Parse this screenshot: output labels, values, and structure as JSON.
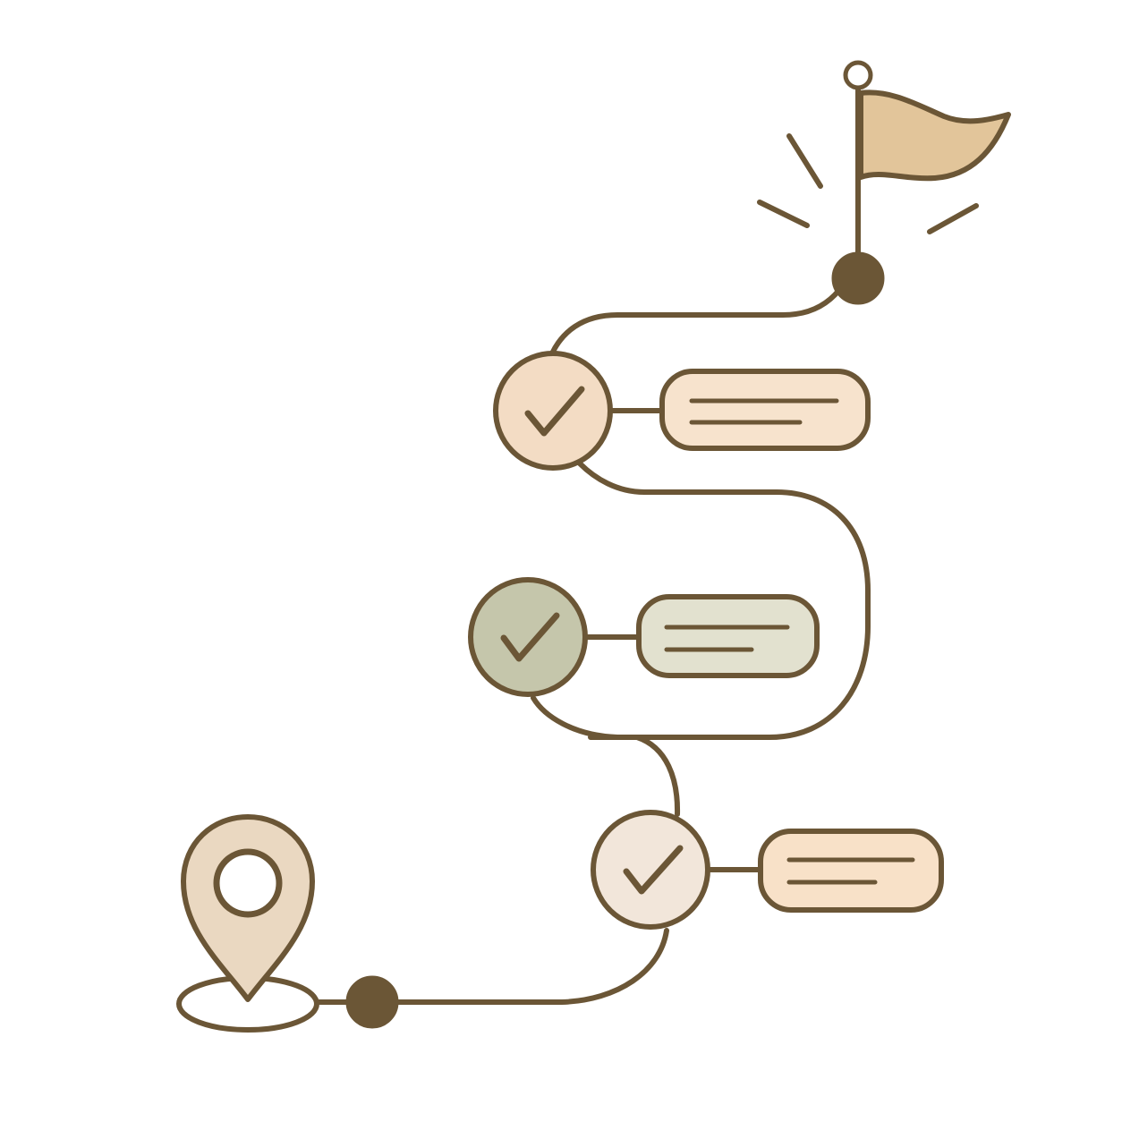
{
  "diagram": {
    "kind": "roadmap-journey",
    "colors": {
      "stroke": "#6b5636",
      "node_dark": "#6b5636",
      "flag_fill": "#e2c59a",
      "pin_fill": "#ead8c1",
      "milestone_1_fill": "#f3dcc4",
      "milestone_1_card": "#f7e3cd",
      "milestone_2_fill": "#c5c6ab",
      "milestone_2_card": "#e2e1cf",
      "milestone_3_fill": "#f2e6da",
      "milestone_3_card": "#f8e1c8"
    },
    "icons": {
      "start": "location-pin-icon",
      "finish": "goal-flag-icon",
      "milestone": "checkmark-icon"
    },
    "milestones": [
      {
        "status": "complete",
        "icon": "checkmark-icon"
      },
      {
        "status": "complete",
        "icon": "checkmark-icon"
      },
      {
        "status": "complete",
        "icon": "checkmark-icon"
      }
    ]
  }
}
